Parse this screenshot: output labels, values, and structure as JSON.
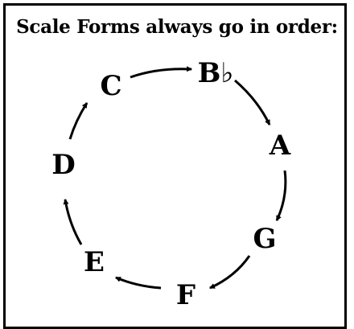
{
  "title": "Scale Forms always go in order:",
  "notes": [
    {
      "name": "C",
      "label": "C"
    },
    {
      "name": "b-flat",
      "label": "B♭"
    },
    {
      "name": "a",
      "label": "A"
    },
    {
      "name": "g",
      "label": "G"
    },
    {
      "name": "f",
      "label": "F"
    },
    {
      "name": "e",
      "label": "E"
    },
    {
      "name": "d",
      "label": "D"
    }
  ],
  "arrow_color": "#000000"
}
